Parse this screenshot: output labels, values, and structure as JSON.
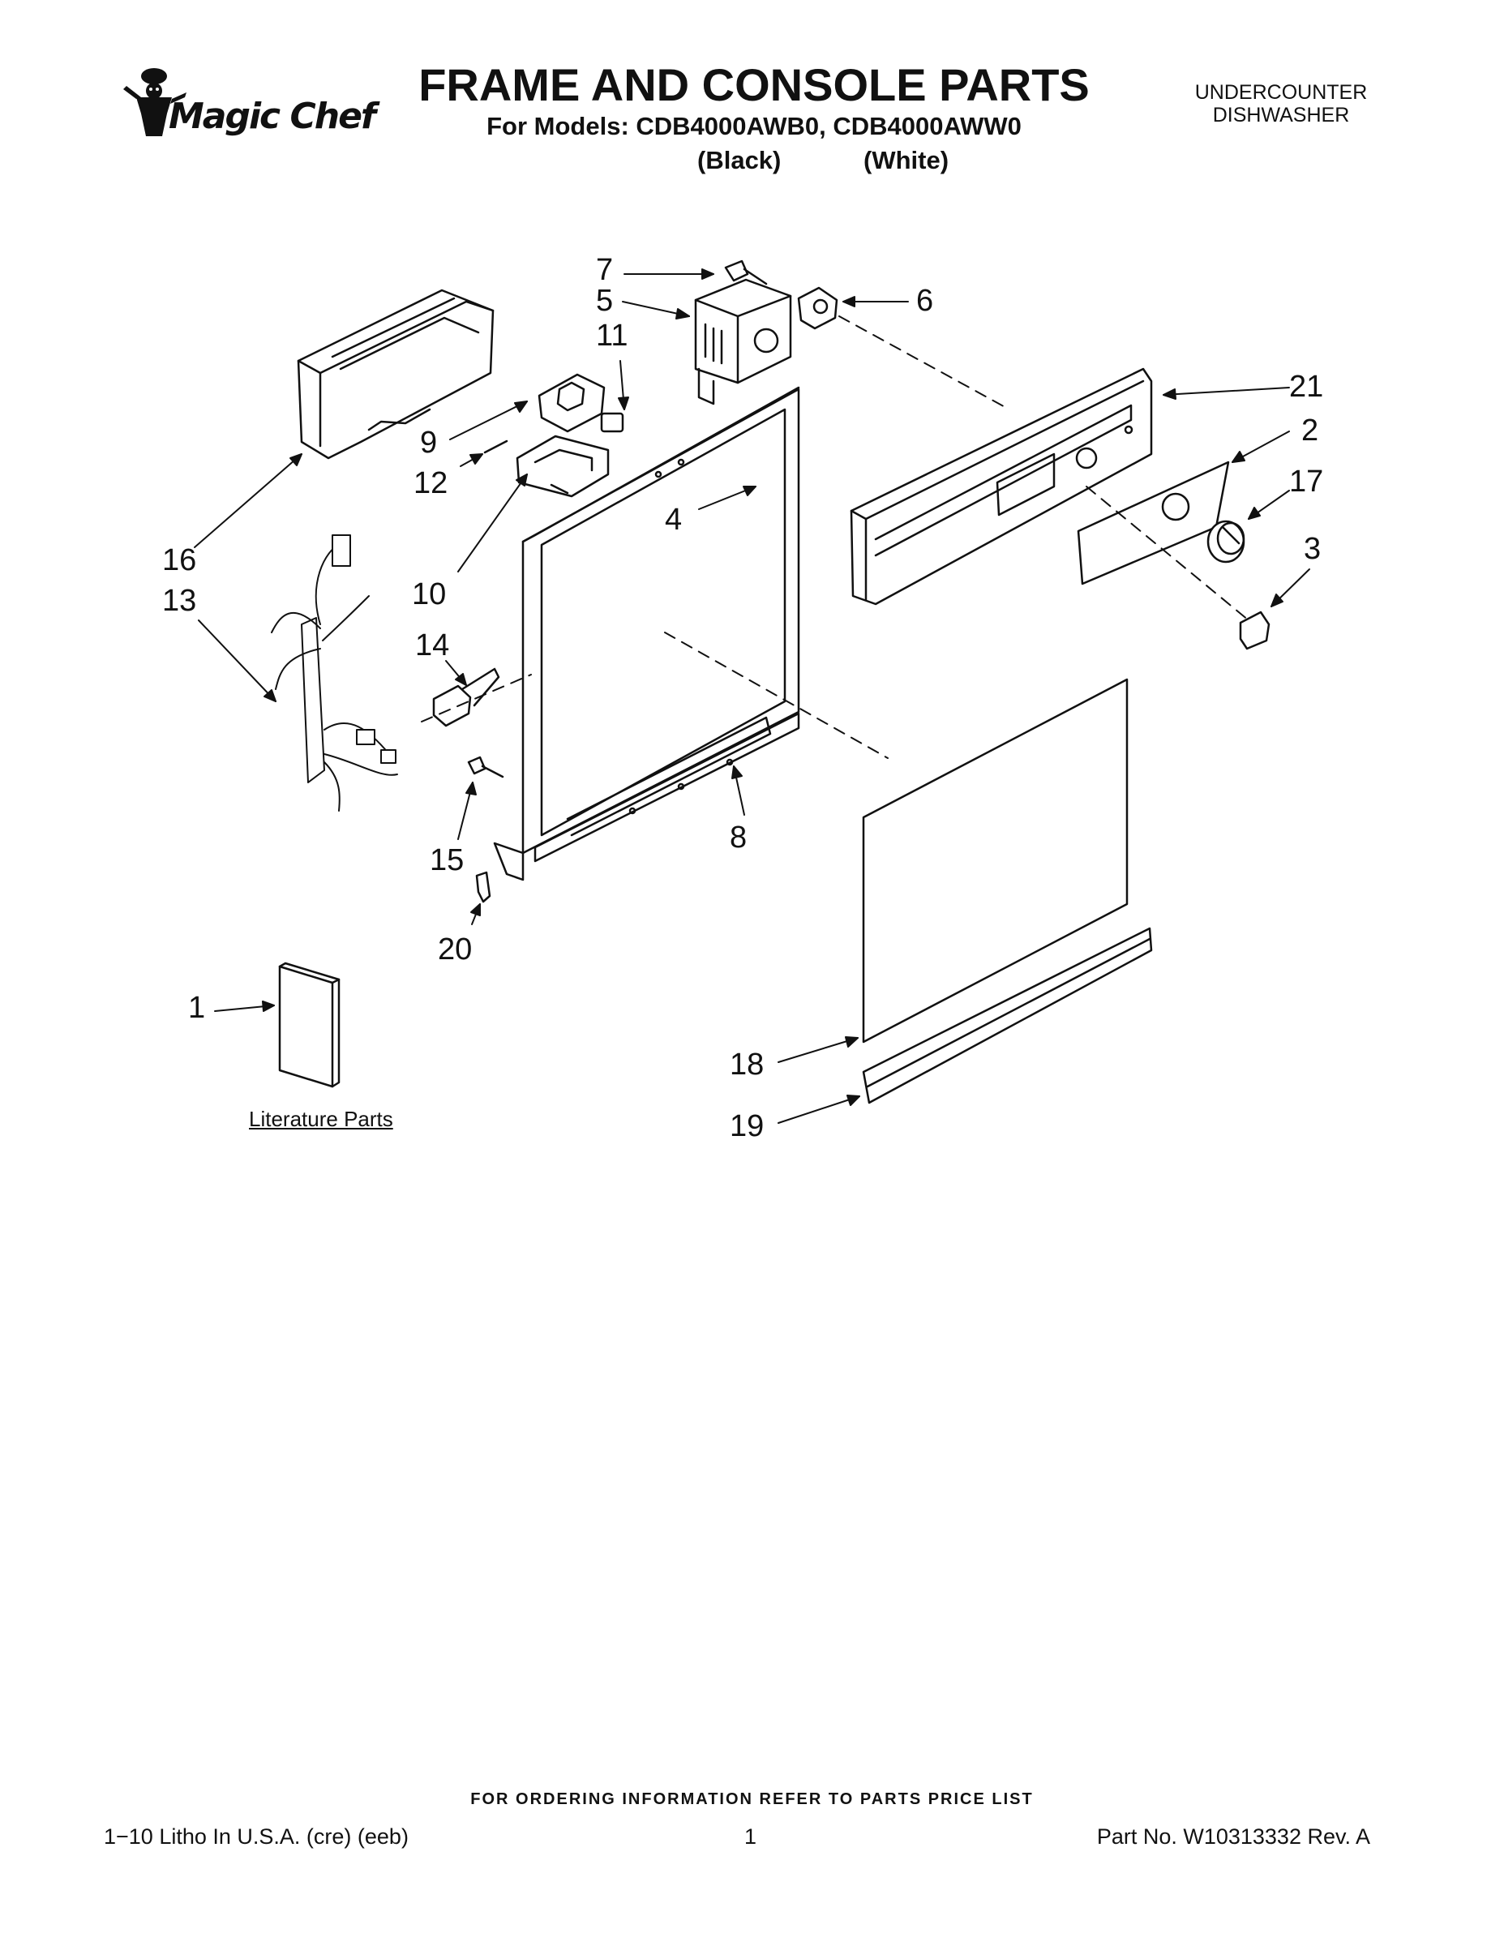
{
  "header": {
    "brand": "Magic Chef",
    "title": "FRAME AND CONSOLE PARTS",
    "models_line": "For Models: CDB4000AWB0, CDB4000AWW0",
    "model_black": "(Black)",
    "model_white": "(White)",
    "product_line1": "UNDERCOUNTER",
    "product_line2": "DISHWASHER"
  },
  "callouts": [
    "1",
    "2",
    "3",
    "4",
    "5",
    "6",
    "7",
    "8",
    "9",
    "10",
    "11",
    "12",
    "13",
    "14",
    "15",
    "16",
    "17",
    "18",
    "19",
    "20",
    "21"
  ],
  "literature_label": "Literature Parts",
  "footer": {
    "ordering": "FOR ORDERING INFORMATION REFER TO PARTS PRICE LIST",
    "left": "1−10 Litho In U.S.A. (cre) (eeb)",
    "page": "1",
    "right": "Part No. W10313332 Rev. A"
  }
}
